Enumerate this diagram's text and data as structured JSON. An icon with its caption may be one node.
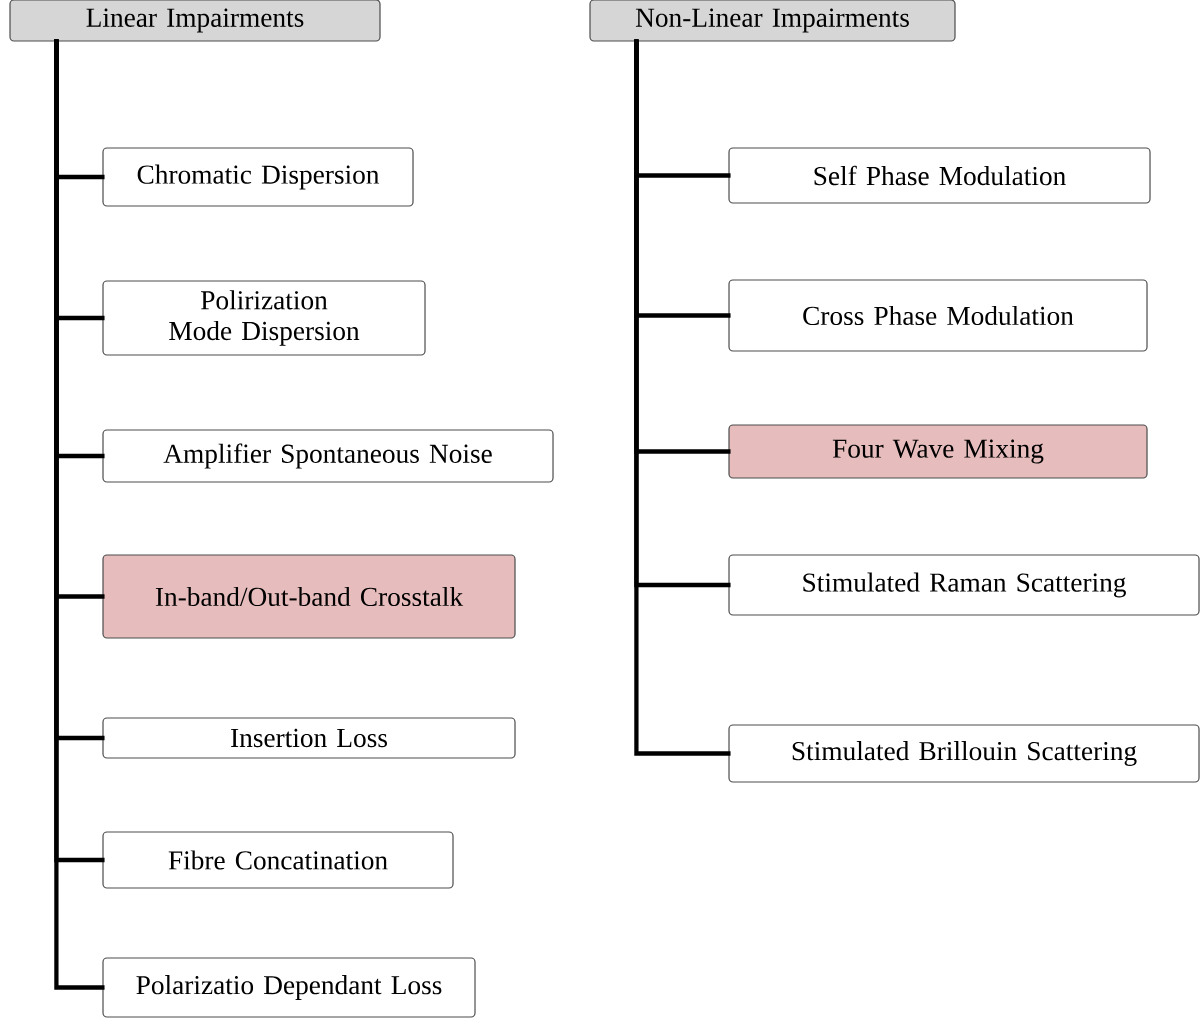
{
  "diagram": {
    "nodes": [
      {
        "text": [
          "Linear Impairments"
        ]
      },
      {
        "text": [
          "Chromatic Dispersion"
        ]
      },
      {
        "text": [
          "Polirization Mode Dispersion"
        ]
      },
      {
        "text": [
          "Amplifier Spontaneous Noise"
        ]
      },
      {
        "text": [
          "In-band/Out-band Crosstalk"
        ]
      },
      {
        "text": [
          "Insertion Loss"
        ]
      },
      {
        "text": [
          "Fibre Concatination"
        ]
      },
      {
        "text": [
          "Polarizatio Dependant Loss"
        ]
      },
      {
        "text": [
          "Non-Linear Impairments"
        ]
      },
      {
        "text": [
          "Self Phase Modulation"
        ]
      },
      {
        "text": [
          "Cross Phase Modulation"
        ]
      },
      {
        "text": [
          "Four Wave Mixing"
        ]
      },
      {
        "text": [
          "Stimulated Raman Scattering"
        ]
      },
      {
        "text": [
          "Stimulated Brillouin Scattering"
        ]
      }
    ],
    "edges": [
      {
        "from": 0,
        "to": 1,
        "arrow": "none"
      },
      {
        "from": 0,
        "to": 2,
        "arrow": "none"
      },
      {
        "from": 0,
        "to": 3,
        "arrow": "none"
      },
      {
        "from": 0,
        "to": 4,
        "arrow": "none"
      },
      {
        "from": 0,
        "to": 5,
        "arrow": "none"
      },
      {
        "from": 0,
        "to": 6,
        "arrow": "none"
      },
      {
        "from": 0,
        "to": 7,
        "arrow": "none"
      },
      {
        "from": 8,
        "to": 9,
        "arrow": "none"
      },
      {
        "from": 8,
        "to": 10,
        "arrow": "none"
      },
      {
        "from": 8,
        "to": 11,
        "arrow": "none"
      },
      {
        "from": 8,
        "to": 12,
        "arrow": "none"
      },
      {
        "from": 8,
        "to": 13,
        "arrow": "none"
      }
    ]
  }
}
